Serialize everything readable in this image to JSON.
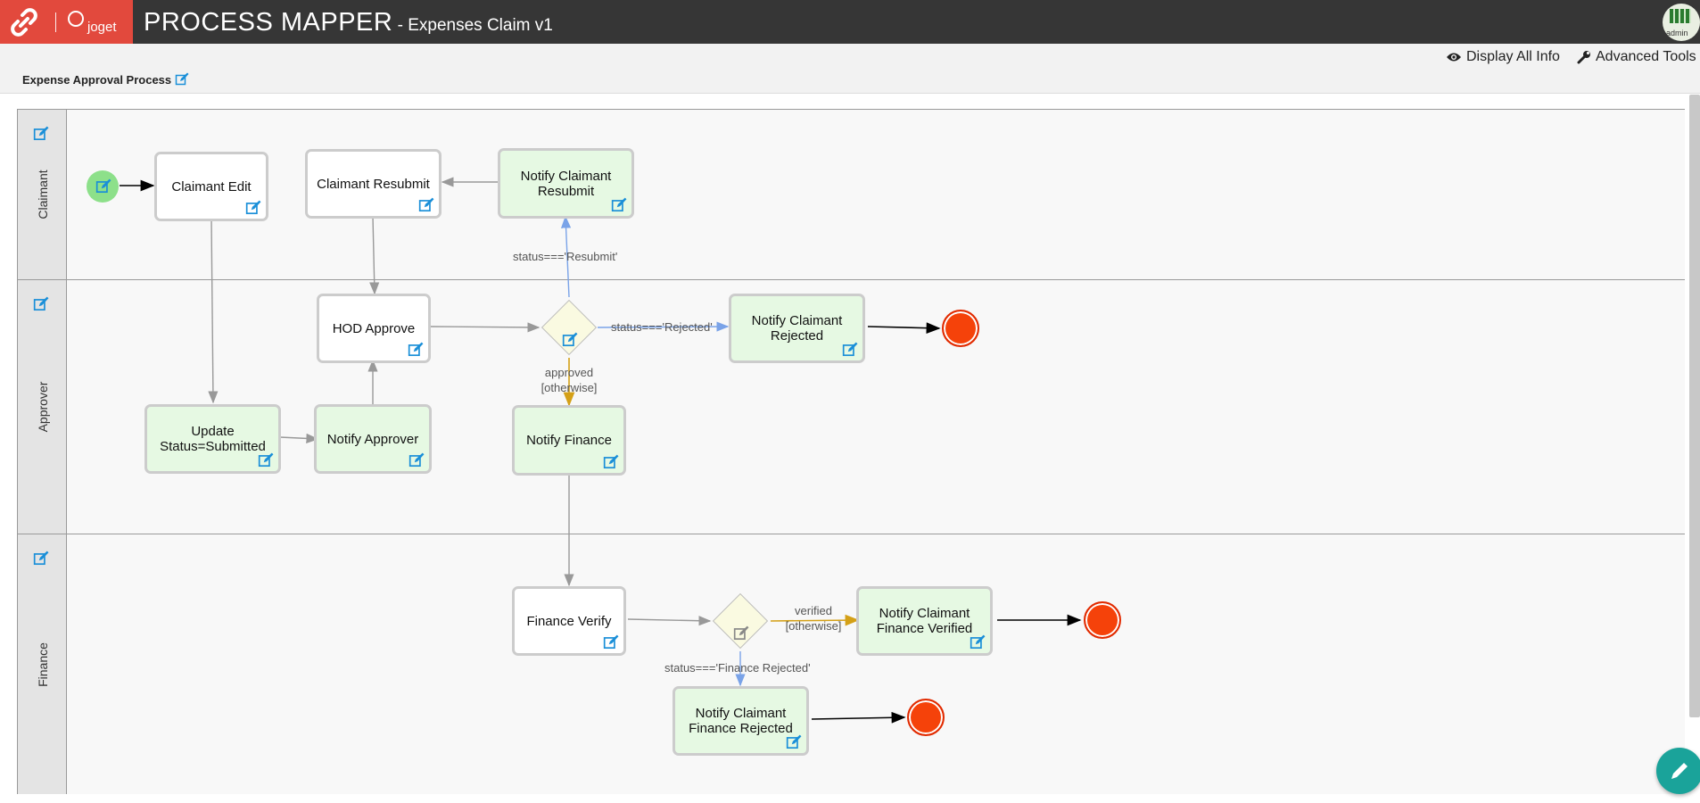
{
  "header": {
    "brand": "joget",
    "title": "PROCESS MAPPER",
    "subtitle": " - Expenses Claim v1",
    "avatar_label": "admin"
  },
  "toolbar": {
    "display_all_info": "Display All Info",
    "advanced_tools": "Advanced Tools",
    "process_name": "Expense Approval Process"
  },
  "lanes": {
    "claimant": "Claimant",
    "approver": "Approver",
    "finance": "Finance"
  },
  "nodes": {
    "claimant_edit": "Claimant Edit",
    "claimant_resubmit": "Claimant Resubmit",
    "notify_claimant_resubmit": "Notify Claimant Resubmit",
    "hod_approve": "HOD Approve",
    "notify_claimant_rejected": "Notify Claimant Rejected",
    "update_status": "Update Status=Submitted",
    "notify_approver": "Notify Approver",
    "notify_finance": "Notify Finance",
    "finance_verify": "Finance Verify",
    "notify_claimant_finance_verified": "Notify Claimant Finance Verified",
    "notify_claimant_finance_rejected": "Notify Claimant Finance Rejected"
  },
  "conditions": {
    "resubmit": "status==='Resubmit'",
    "rejected": "status==='Rejected'",
    "approved": "approved",
    "approved_otherwise": "[otherwise]",
    "verified": "verified",
    "verified_otherwise": "[otherwise]",
    "finance_rejected": "status==='Finance Rejected'"
  },
  "colors": {
    "header_bg": "#363636",
    "brand_red": "#e2493d",
    "task_green": "#e6f9e3",
    "gateway_fill": "#fafae1",
    "end_red": "#f5420a",
    "start_green": "#8de08a",
    "edit_blue": "#1a8fd8",
    "condition_blue": "#7aa3e8",
    "otherwise_gold": "#d4a017"
  }
}
